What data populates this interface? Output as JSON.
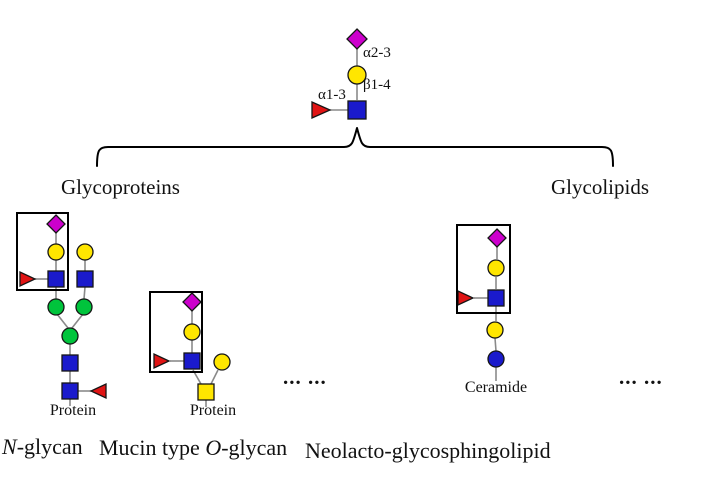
{
  "figure": {
    "root_glycan": {
      "linkages": {
        "top": "α2-3",
        "middle": "β1-4",
        "fucose": "α1-3"
      }
    },
    "branch_labels": {
      "glycoproteins": "Glycoproteins",
      "glycolipids": "Glycolipids"
    },
    "n_glycan": {
      "anchor_label": "Protein",
      "name_italic": "N",
      "name_rest": "-glycan"
    },
    "o_glycan": {
      "anchor_label": "Protein",
      "name_prefix": "Mucin type ",
      "name_italic": "O",
      "name_rest": "-glycan"
    },
    "neolacto": {
      "anchor_label": "Ceramide",
      "name": "Neolacto-glycosphingolipid"
    },
    "ellipsis_middle": "... ...",
    "ellipsis_right": "... ...",
    "monosaccharide_icons": {
      "magenta-diamond-icon": "sialic acid",
      "yellow-circle-icon": "galactose",
      "blue-square-icon": "GlcNAc",
      "red-triangle-icon": "fucose",
      "green-circle-icon": "mannose",
      "blue-circle-icon": "glucose",
      "yellow-square-icon": "GalNAc"
    },
    "colors": {
      "sialic_acid_magenta": "#CC00CC",
      "galactose_yellow": "#FFE600",
      "glcnac_blue": "#1A1ACC",
      "fucose_red": "#E01414",
      "mannose_green": "#00C43C",
      "glucose_blue": "#1A1ACC",
      "galnac_yellow": "#FFE600"
    }
  }
}
